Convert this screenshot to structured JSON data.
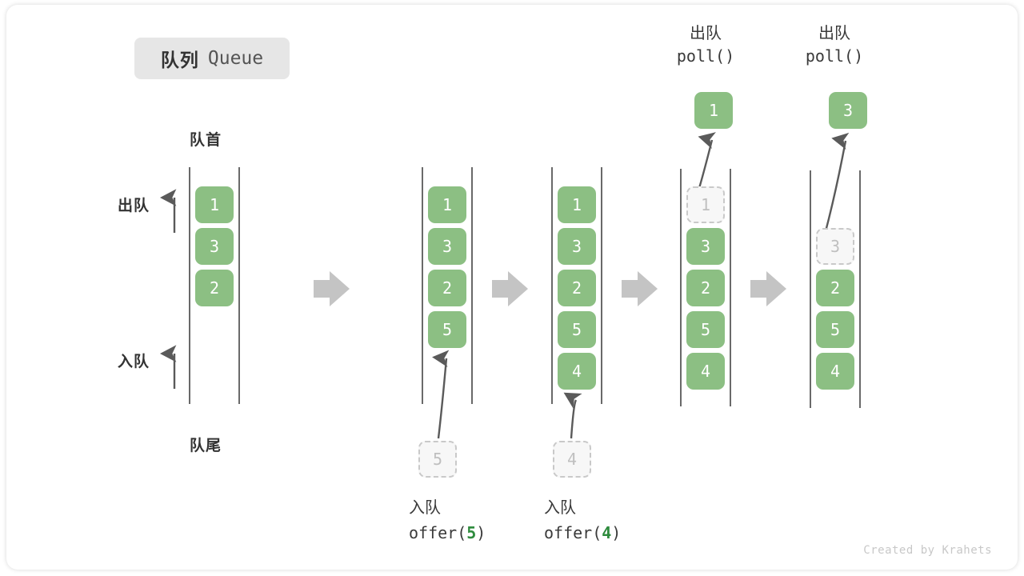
{
  "title": {
    "cn": "队列",
    "en": "Queue"
  },
  "labels": {
    "head": "队首",
    "tail": "队尾",
    "dequeue_side": "出队",
    "enqueue_side": "入队"
  },
  "watermark": "Created by Krahets",
  "colors": {
    "cell_fill": "#8cbf83",
    "cell_text": "#ffffff",
    "ghost_fill": "#f7f7f7",
    "ghost_border": "#c9c9c9",
    "ghost_text": "#bfbfbf",
    "rail": "#444444",
    "arrow_gray": "#c4c4c4",
    "accent_green": "#2e8b3d",
    "badge_bg": "#e6e6e6",
    "text_dark": "#333333"
  },
  "steps": [
    {
      "name": "initial",
      "header": null,
      "caption": null,
      "cells": [
        {
          "value": "1",
          "state": "filled"
        },
        {
          "value": "3",
          "state": "filled"
        },
        {
          "value": "2",
          "state": "filled"
        }
      ],
      "popped": null,
      "incoming": null
    },
    {
      "name": "offer-5",
      "header": null,
      "caption": {
        "cn": "入队",
        "code_prefix": "offer(",
        "arg": "5",
        "code_suffix": ")"
      },
      "cells": [
        {
          "value": "1",
          "state": "filled"
        },
        {
          "value": "3",
          "state": "filled"
        },
        {
          "value": "2",
          "state": "filled"
        },
        {
          "value": "5",
          "state": "filled"
        }
      ],
      "popped": null,
      "incoming": {
        "value": "5",
        "state": "ghost"
      }
    },
    {
      "name": "offer-4",
      "header": null,
      "caption": {
        "cn": "入队",
        "code_prefix": "offer(",
        "arg": "4",
        "code_suffix": ")"
      },
      "cells": [
        {
          "value": "1",
          "state": "filled"
        },
        {
          "value": "3",
          "state": "filled"
        },
        {
          "value": "2",
          "state": "filled"
        },
        {
          "value": "5",
          "state": "filled"
        },
        {
          "value": "4",
          "state": "filled"
        }
      ],
      "popped": null,
      "incoming": {
        "value": "4",
        "state": "ghost"
      }
    },
    {
      "name": "poll-1",
      "header": {
        "cn": "出队",
        "code": "poll()"
      },
      "caption": null,
      "cells": [
        {
          "value": "1",
          "state": "ghost"
        },
        {
          "value": "3",
          "state": "filled"
        },
        {
          "value": "2",
          "state": "filled"
        },
        {
          "value": "5",
          "state": "filled"
        },
        {
          "value": "4",
          "state": "filled"
        }
      ],
      "popped": {
        "value": "1",
        "state": "filled"
      },
      "incoming": null
    },
    {
      "name": "poll-3",
      "header": {
        "cn": "出队",
        "code": "poll()"
      },
      "caption": null,
      "cells": [
        {
          "value": "",
          "state": "empty"
        },
        {
          "value": "3",
          "state": "ghost"
        },
        {
          "value": "2",
          "state": "filled"
        },
        {
          "value": "5",
          "state": "filled"
        },
        {
          "value": "4",
          "state": "filled"
        }
      ],
      "popped": {
        "value": "3",
        "state": "filled"
      },
      "incoming": null
    }
  ],
  "transitions": [
    "arrow-right",
    "arrow-right",
    "arrow-right",
    "arrow-right"
  ]
}
